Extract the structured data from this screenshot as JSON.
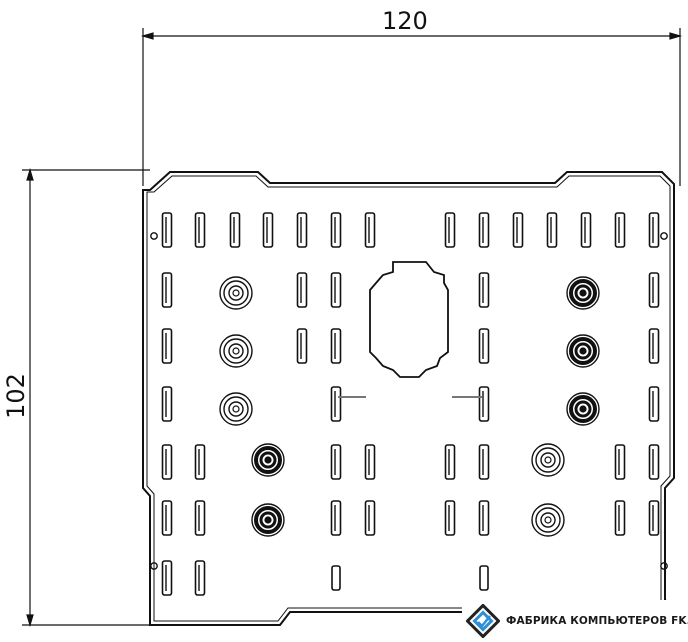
{
  "dimensions": {
    "width_label": "120",
    "height_label": "102"
  },
  "logo": {
    "text": "ФАБРИКА КОМПЬЮТЕРОВ FK.BY"
  },
  "colors": {
    "line": "#111111",
    "logo_blue": "#2f8fd6"
  }
}
